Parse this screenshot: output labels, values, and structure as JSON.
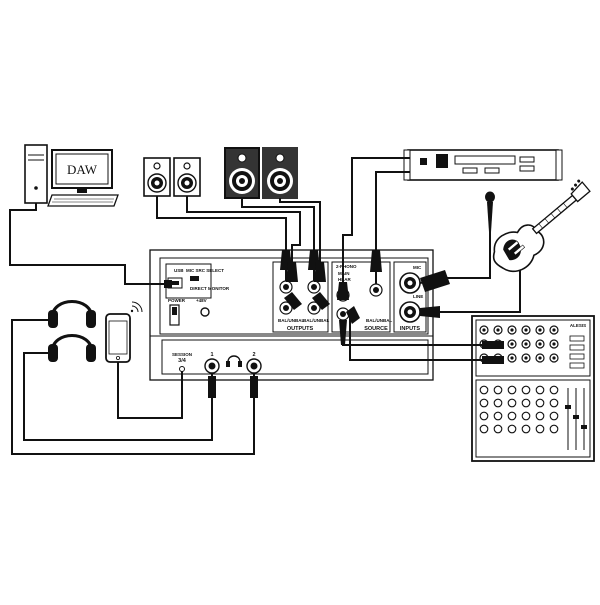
{
  "computer": {
    "screen_label": "DAW"
  },
  "interface_panel": {
    "usb_label": "USB",
    "usb_symbol": "⮃",
    "mic_select_label": "MIC SRC SELECT",
    "direct_label": "DIRECT MONITOR",
    "power_label": "POWER",
    "input_level_label": "+48V",
    "outputs_label": "OUTPUTS",
    "outputs_sub_1": "BAL/UNBAL",
    "outputs_sub_2": "BAL/UNBAL",
    "source_label": "SOURCE",
    "source_sub": "BAL/UNBAL",
    "source_top": "2-PHONO",
    "source_opt_1": "MAIN",
    "source_opt_2": "HEAR",
    "inputs_label": "INPUTS",
    "input_1_label": "MIC",
    "input_2_label": "LINE",
    "headphones_label": "SESSION",
    "headphones_num": "3/4",
    "phones_1_label": "1",
    "phones_2_label": "2"
  },
  "mixer": {
    "brand_label": "ALESIS"
  },
  "colors": {
    "line": "#111111",
    "panel": "#ffffff",
    "fill_dark": "#1a1a1a",
    "fill_mid": "#555555"
  }
}
